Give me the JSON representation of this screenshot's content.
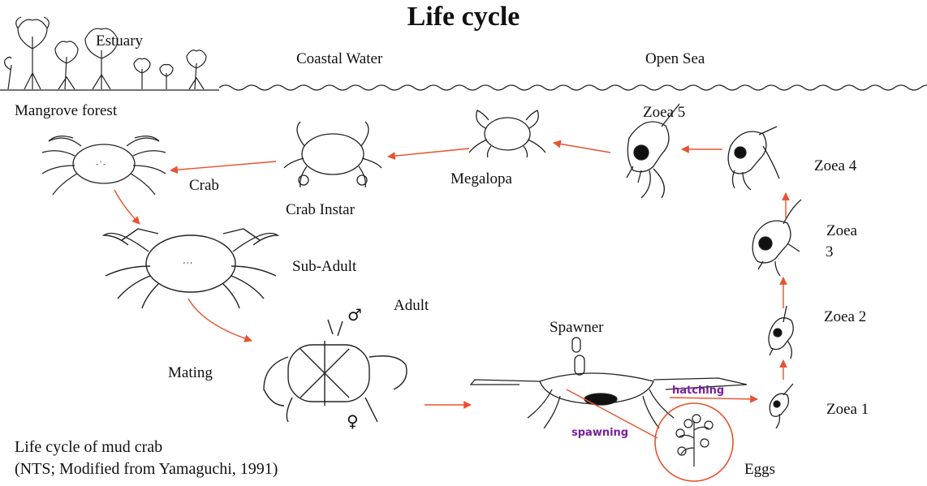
{
  "title": "Life cycle",
  "habitats": {
    "estuary": "Estuary",
    "coastal": "Coastal  Water",
    "open_sea": "Open Sea",
    "mangrove": "Mangrove forest"
  },
  "stages": {
    "zoea5": "Zoea 5",
    "zoea4": "Zoea 4",
    "zoea3_a": "Zoea",
    "zoea3_b": "3",
    "zoea2": "Zoea 2",
    "zoea1": "Zoea 1",
    "megalopa": "Megalopa",
    "crab_instar": "Crab Instar",
    "crab": "Crab",
    "sub_adult": "Sub-Adult",
    "adult": "Adult",
    "mating": "Mating",
    "spawner": "Spawner",
    "eggs": "Eggs"
  },
  "processes": {
    "hatching": "hatching",
    "spawning": "spawning"
  },
  "symbols": {
    "male": "♂",
    "female": "♀"
  },
  "caption": {
    "line1": "Life cycle of mud crab",
    "line2": "(NTS; Modified from Yamaguchi, 1991)"
  },
  "colors": {
    "arrow": "#e8522f",
    "process_text": "#7a1fa2"
  }
}
